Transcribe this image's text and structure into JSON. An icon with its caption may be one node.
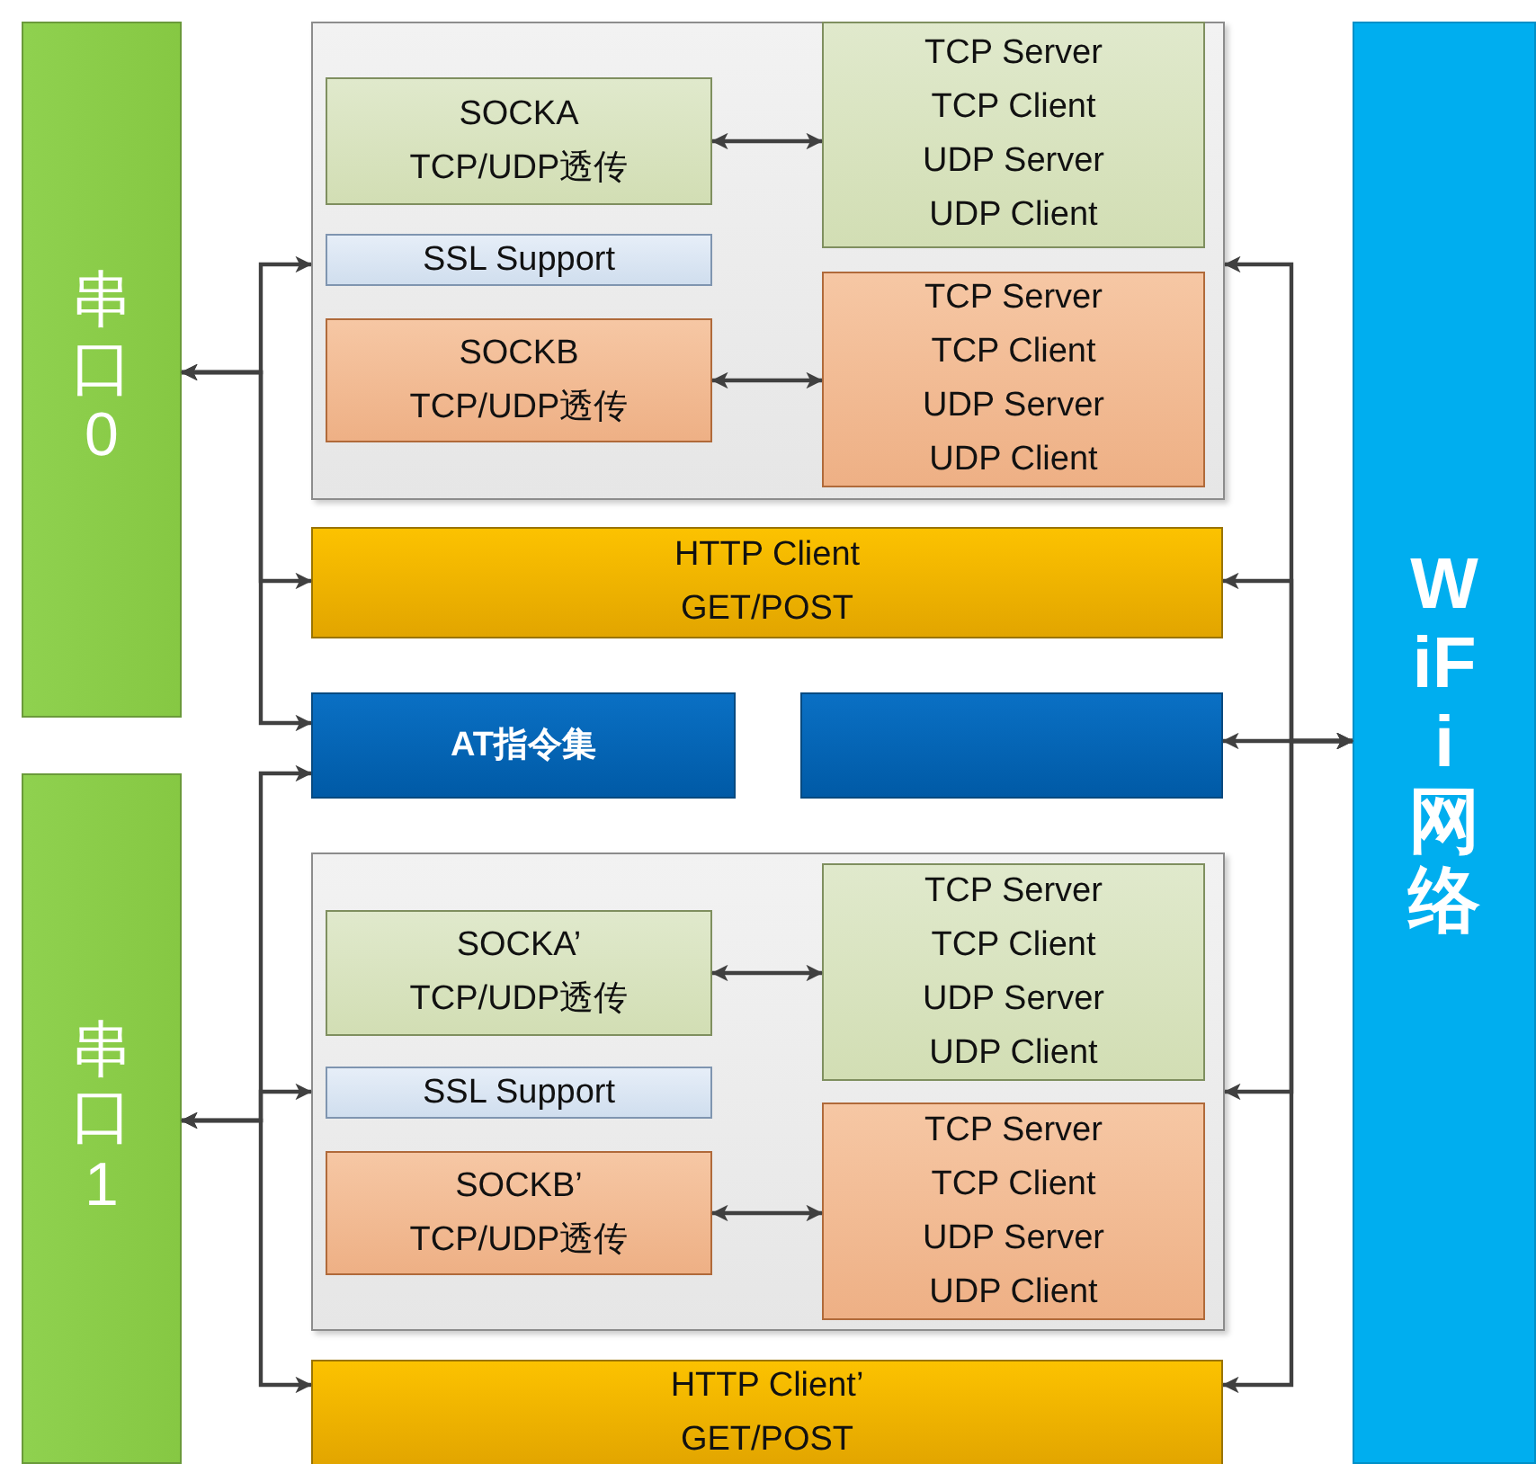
{
  "diagram": {
    "nodes": [
      {
        "text": [
          "串口0"
        ]
      },
      {
        "text": [],
        "shape": "box"
      },
      {
        "text": [
          "SOCKA",
          "TCP/UDP透传"
        ],
        "in": 1
      },
      {
        "text": [
          "TCP Server",
          "TCP Client",
          "UDP Server",
          "UDP Client"
        ],
        "in": 1
      },
      {
        "text": [
          "SSL Support"
        ],
        "in": 1
      },
      {
        "text": [
          "SOCKB",
          "TCP/UDP透传"
        ],
        "in": 1
      },
      {
        "text": [
          "TCP Server",
          "TCP Client",
          "UDP Server",
          "UDP Client"
        ],
        "in": 1
      },
      {
        "text": [
          "HTTP Client",
          "GET/POST"
        ]
      },
      {
        "text": [
          "AT指令集"
        ]
      },
      {
        "text": [],
        "shape": "box"
      },
      {
        "text": [
          "WiFi网络"
        ]
      },
      {
        "text": [
          "串口1"
        ]
      },
      {
        "text": [],
        "shape": "box"
      },
      {
        "text": [
          "SOCKA’",
          "TCP/UDP透传"
        ],
        "in": 12
      },
      {
        "text": [
          "TCP Server",
          "TCP Client",
          "UDP Server",
          "UDP Client"
        ],
        "in": 12
      },
      {
        "text": [
          "SSL Support"
        ],
        "in": 12
      },
      {
        "text": [
          "SOCKB’",
          "TCP/UDP透传"
        ],
        "in": 12
      },
      {
        "text": [
          "TCP Server",
          "TCP Client",
          "UDP Server",
          "UDP Client"
        ],
        "in": 12
      },
      {
        "text": [
          "HTTP Client’",
          "GET/POST"
        ]
      }
    ],
    "edges": [
      {
        "from": 0,
        "to": 1,
        "arrow": "both"
      },
      {
        "from": 0,
        "to": 7,
        "arrow": "both"
      },
      {
        "from": 0,
        "to": 8,
        "arrow": "both"
      },
      {
        "from": 11,
        "to": 8,
        "arrow": "both"
      },
      {
        "from": 11,
        "to": 12,
        "arrow": "both"
      },
      {
        "from": 11,
        "to": 18,
        "arrow": "both"
      },
      {
        "from": 10,
        "to": 1,
        "arrow": "both"
      },
      {
        "from": 10,
        "to": 7,
        "arrow": "both"
      },
      {
        "from": 10,
        "to": 9,
        "arrow": "both"
      },
      {
        "from": 10,
        "to": 12,
        "arrow": "both"
      },
      {
        "from": 10,
        "to": 18,
        "arrow": "both"
      },
      {
        "from": 2,
        "to": 3,
        "arrow": "both"
      },
      {
        "from": 5,
        "to": 6,
        "arrow": "both"
      },
      {
        "from": 13,
        "to": 14,
        "arrow": "both"
      },
      {
        "from": 16,
        "to": 17,
        "arrow": "both"
      }
    ]
  }
}
